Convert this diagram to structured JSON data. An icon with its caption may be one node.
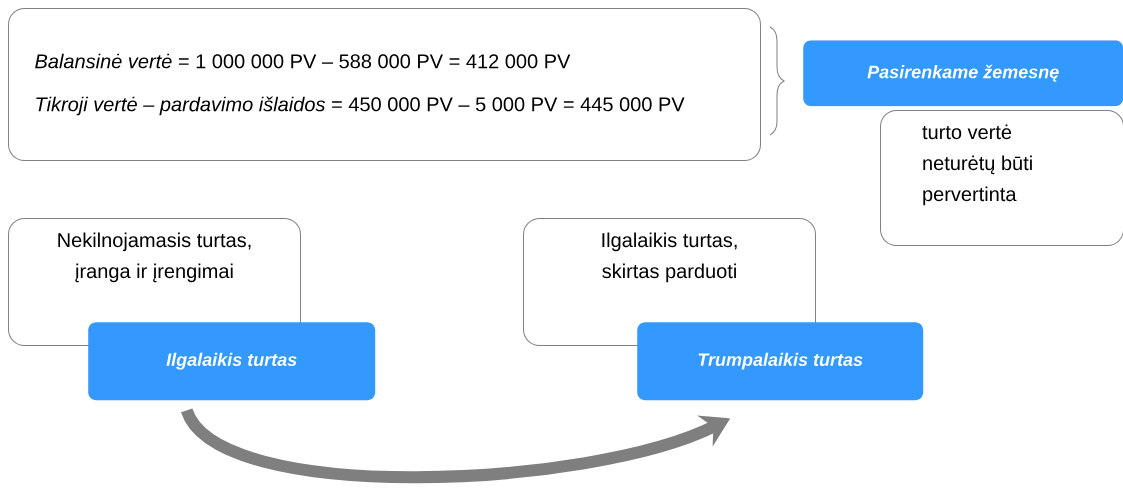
{
  "diagram": {
    "nodes": [
      {
        "text": [
          "*Balansinė vertė* = 1 000 000 PV – 588 000 PV = 412 000 PV",
          "*Tikroji vertė – pardavimo išlaidos* = 450 000 PV – 5 000 PV = 445 000 PV"
        ]
      },
      {
        "text": [
          "Pasirenkame žemesnę"
        ]
      },
      {
        "text": [
          "turto vertė neturėtų būti pervertinta"
        ]
      },
      {
        "text": [
          "Nekilnojamasis turtas, įranga ir įrengimai"
        ]
      },
      {
        "text": [
          "Ilgalaikis turtas"
        ]
      },
      {
        "text": [
          "Ilgalaikis turtas, skirtas parduoti"
        ]
      },
      {
        "text": [
          "Trumpalaikis turtas"
        ]
      }
    ],
    "edges": [
      {
        "from": 4,
        "to": 6,
        "arrow": "to",
        "color": "#7f7f7f"
      }
    ]
  }
}
